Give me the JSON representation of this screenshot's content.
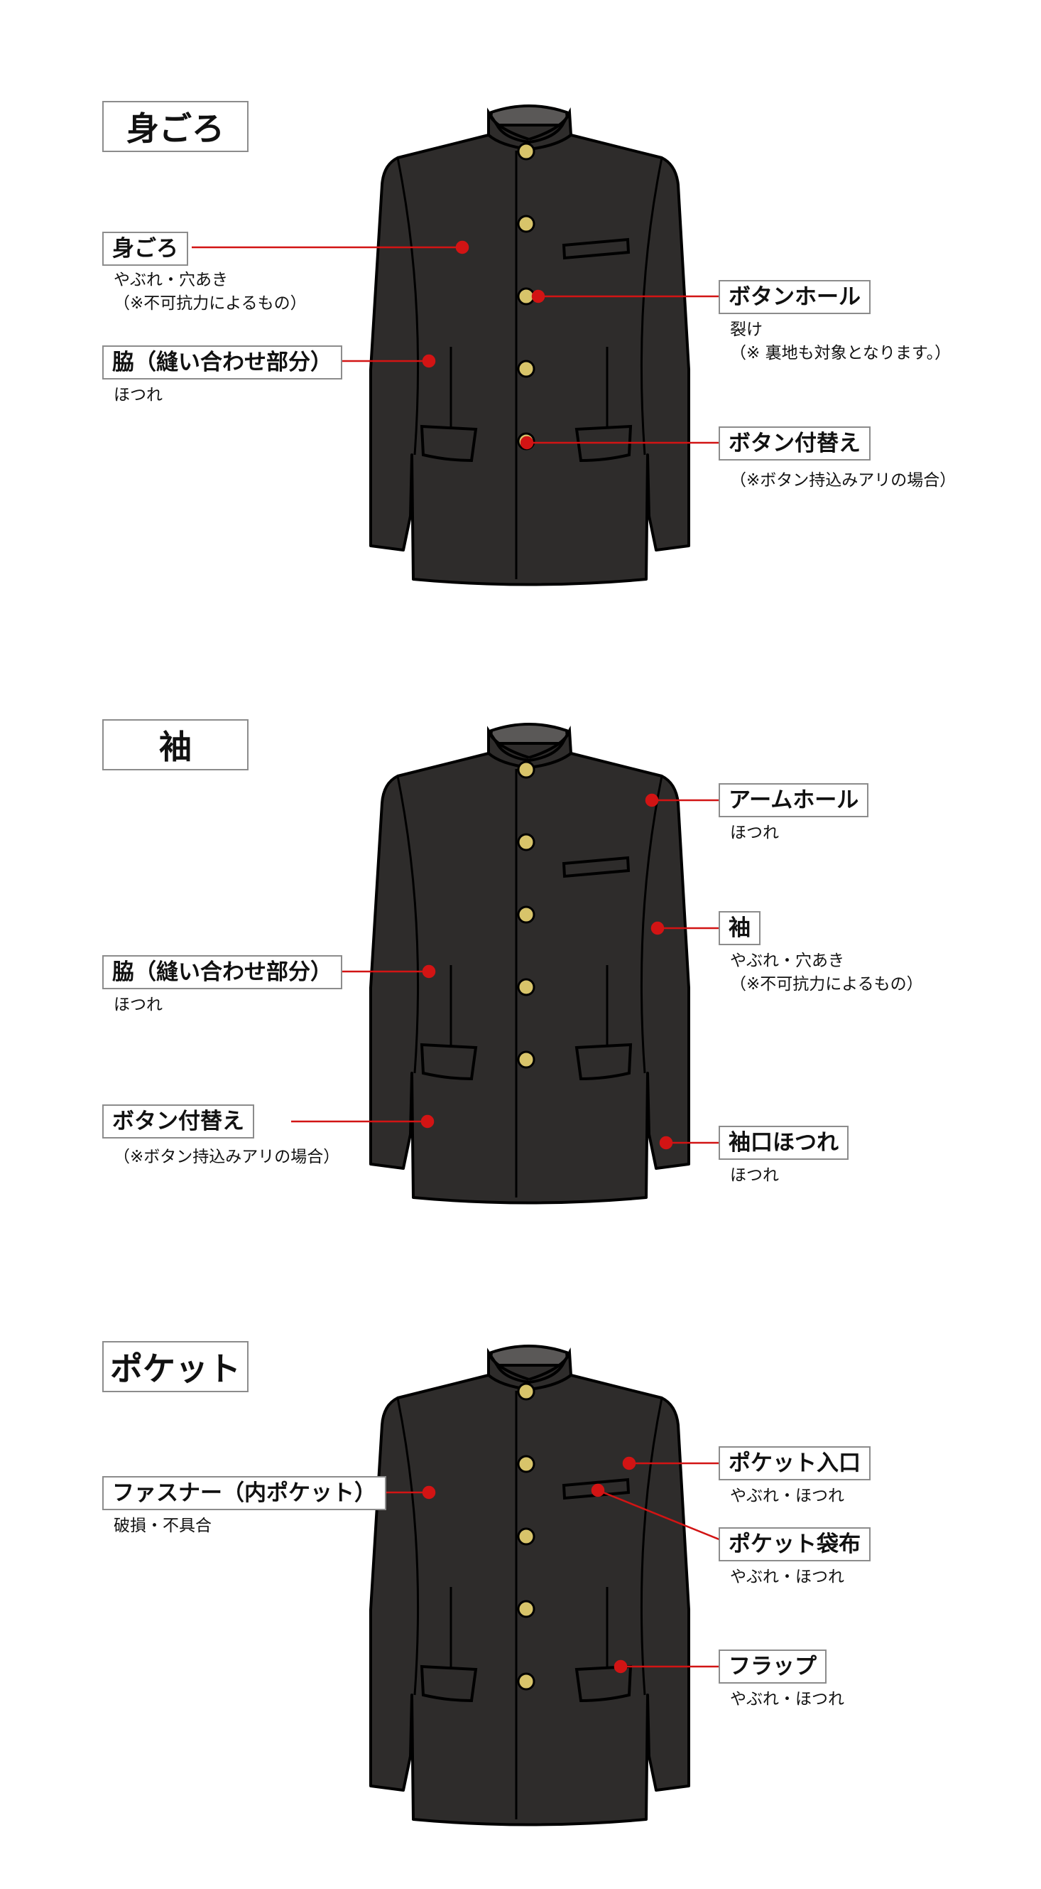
{
  "colors": {
    "jacket": "#2e2c2b",
    "outline": "#000000",
    "collar_inner": "#5a5857",
    "button": "#d8c46a",
    "leader": "#d21414",
    "label_border": "#8c8c8c"
  },
  "sections": [
    {
      "title": "身ごろ",
      "callouts": [
        {
          "label": "身ごろ",
          "note": "やぶれ・穴あき\n（※不可抗力によるもの）"
        },
        {
          "label": "脇（縫い合わせ部分）",
          "note": "ほつれ"
        },
        {
          "label": "ボタンホール",
          "note": "裂け\n（※ 裏地も対象となります。）"
        },
        {
          "label": "ボタン付替え",
          "note": "（※ボタン持込みアリの場合）"
        }
      ]
    },
    {
      "title": "袖",
      "callouts": [
        {
          "label": "アームホール",
          "note": "ほつれ"
        },
        {
          "label": "袖",
          "note": "やぶれ・穴あき\n（※不可抗力によるもの）"
        },
        {
          "label": "脇（縫い合わせ部分）",
          "note": "ほつれ"
        },
        {
          "label": "ボタン付替え",
          "note": "（※ボタン持込みアリの場合）"
        },
        {
          "label": "袖口ほつれ",
          "note": "ほつれ"
        }
      ]
    },
    {
      "title": "ポケット",
      "callouts": [
        {
          "label": "ファスナー（内ポケット）",
          "note": "破損・不具合"
        },
        {
          "label": "ポケット入口",
          "note": "やぶれ・ほつれ"
        },
        {
          "label": "ポケット袋布",
          "note": "やぶれ・ほつれ"
        },
        {
          "label": "フラップ",
          "note": "やぶれ・ほつれ"
        }
      ]
    }
  ]
}
